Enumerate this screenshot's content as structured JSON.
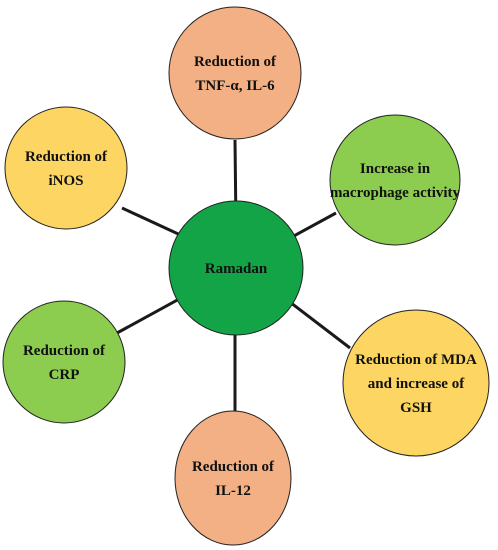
{
  "center": {
    "label": "Ramadan",
    "fill": "#12a447"
  },
  "nodes": [
    {
      "id": "tnf",
      "lines": [
        "Reduction of",
        "TNF-α, IL-6"
      ],
      "fill": "#f2b084"
    },
    {
      "id": "macrophage",
      "lines": [
        "Increase in",
        "macrophage activity"
      ],
      "fill": "#8ccd4f"
    },
    {
      "id": "mda",
      "lines": [
        "Reduction of MDA",
        "and increase of",
        "GSH"
      ],
      "fill": "#fdd562"
    },
    {
      "id": "il12",
      "lines": [
        "Reduction of",
        "IL-12"
      ],
      "fill": "#f2b084"
    },
    {
      "id": "crp",
      "lines": [
        "Reduction of",
        "CRP"
      ],
      "fill": "#8ccd4f"
    },
    {
      "id": "inos",
      "lines": [
        "Reduction of",
        "iNOS"
      ],
      "fill": "#fdd562"
    }
  ],
  "colors": {
    "outline": "#222222",
    "connector": "#1a1a1a"
  }
}
